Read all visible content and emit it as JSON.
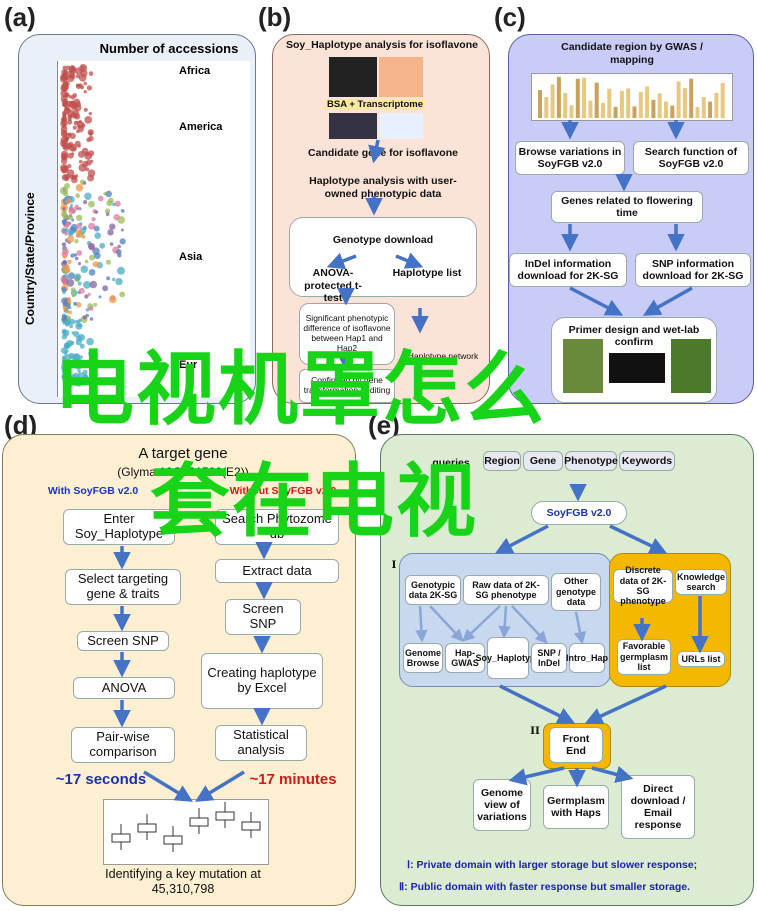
{
  "panels": {
    "a": {
      "label": "(a)",
      "title": "Number of accessions",
      "ylabel": "Country/State/Province",
      "regions": [
        "Africa",
        "America",
        "Asia",
        "Eur"
      ]
    },
    "b": {
      "label": "(b)",
      "title": "Soy_Haplotype analysis for isoflavone",
      "bsa": "BSA + Transcriptome",
      "candidate": "Candidate gene for isoflavone",
      "haplo_analysis": "Haplotype analysis with user-owned phenotypic data",
      "genotype_download": "Genotype download",
      "anova": "ANOVA-protected t-test",
      "haplo_list": "Haplotype list",
      "significant": "Significant phenotypic difference of isoflavone between Hap1 and Hap2",
      "haplo_network": "Haplotype network",
      "confirm": "Confirmed by gene transformation / editing"
    },
    "c": {
      "label": "(c)",
      "title": "Candidate region by GWAS / mapping",
      "browse": "Browse variations in SoyFGB v2.0",
      "search": "Search function of SoyFGB v2.0",
      "genes": "Genes related to flowering time",
      "indel": "InDel information download for 2K-SG",
      "snp": "SNP information download for 2K-SG",
      "primer": "Primer design and wet-lab confirm"
    },
    "d": {
      "label": "(d)",
      "title": "A target gene",
      "gene": "(Glyma.10G221500(E2))",
      "left_header": "With SoyFGB v2.0",
      "right_header": "Without SoyFGB v2.0",
      "left_steps": [
        "Enter Soy_Haplotype",
        "Select targeting gene & traits",
        "Screen SNP",
        "ANOVA",
        "Pair-wise comparison"
      ],
      "right_steps": [
        "Search Phytozome db",
        "Extract data",
        "Screen SNP",
        "Creating haplotype by Excel",
        "Statistical analysis"
      ],
      "left_time": "~17 seconds",
      "right_time": "~17 minutes",
      "result": "Identifying a key mutation at 45,310,798"
    },
    "e": {
      "label": "(e)",
      "queries": "queries",
      "query_tabs": [
        "Region",
        "Gene",
        "Phenotype",
        "Keywords"
      ],
      "hub": "SoyFGB v2.0",
      "roman1": "I",
      "roman2": "II",
      "data_boxes": [
        "Genotypic data 2K-SG",
        "Raw data of 2K-SG phenotype",
        "Other genotype data"
      ],
      "tools": [
        "Genome Browse",
        "Hap-GWAS",
        "Soy_Haplotype",
        "SNP / InDel",
        "Intro_Hap"
      ],
      "discrete": "Discrete data of 2K-SG phenotype",
      "knowledge": "Knowledge search",
      "favorable": "Favorable germplasm list",
      "urls": "URLs list",
      "front": "Front End",
      "outputs": [
        "Genome view of variations",
        "Germplasm with Haps",
        "Direct download / Email response"
      ],
      "note1": "Ⅰ:  Private domain with larger storage but slower response;",
      "note2": "Ⅱ: Public domain with faster response but smaller storage."
    }
  },
  "watermark": {
    "line1": "电视机罩怎么",
    "line2": "套在电视"
  }
}
